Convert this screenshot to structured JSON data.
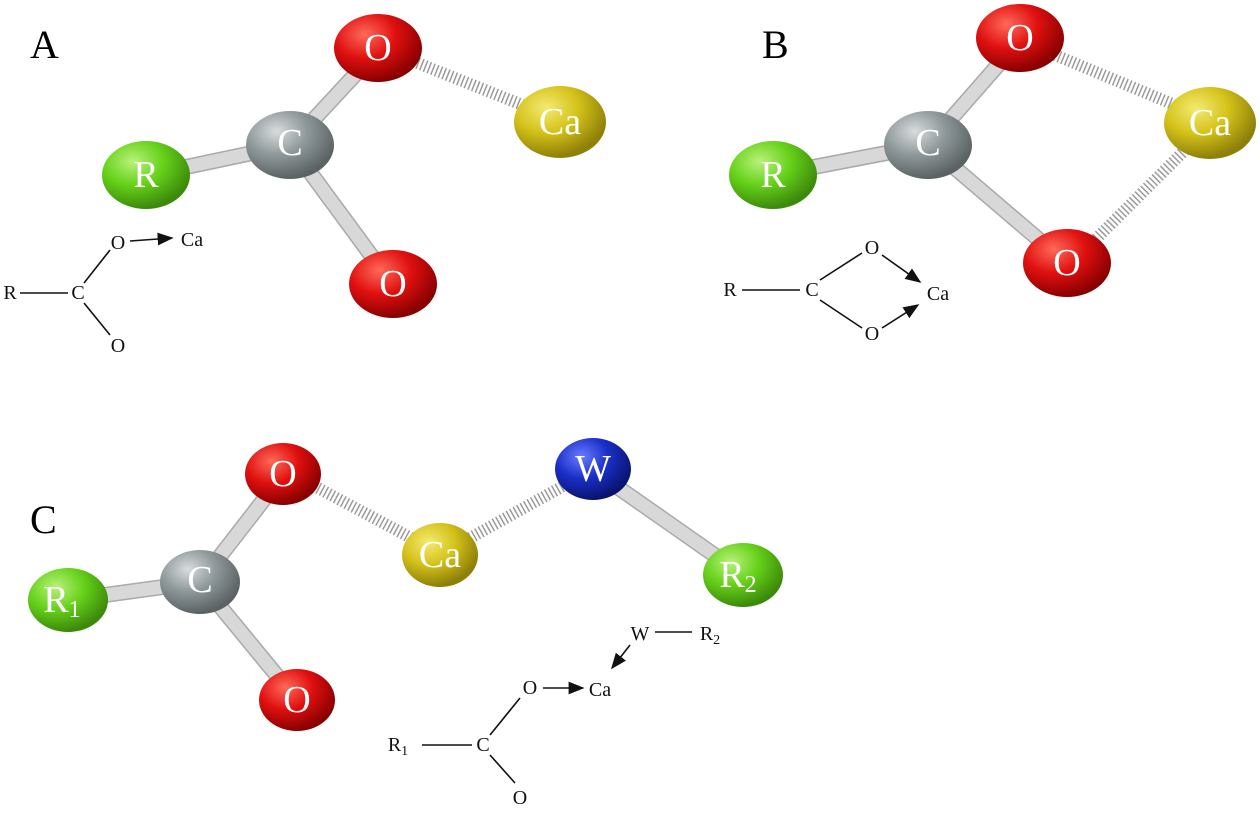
{
  "panels": {
    "A": {
      "label": "A",
      "atoms": {
        "O_top": "O",
        "Ca": "Ca",
        "R": "R",
        "C": "C",
        "O_bottom": "O"
      },
      "scheme": {
        "R": "R",
        "C": "C",
        "O_top": "O",
        "Ca": "Ca",
        "O_bottom": "O"
      }
    },
    "B": {
      "label": "B",
      "atoms": {
        "O_top": "O",
        "Ca": "Ca",
        "R": "R",
        "C": "C",
        "O_bottom": "O"
      },
      "scheme": {
        "R": "R",
        "C": "C",
        "O_top": "O",
        "Ca": "Ca",
        "O_bottom": "O"
      }
    },
    "C": {
      "label": "C",
      "atoms": {
        "O_top": "O",
        "Ca": "Ca",
        "W": "W",
        "R1": "R",
        "R1_sub": "1",
        "C": "C",
        "R2": "R",
        "R2_sub": "2",
        "O_bottom": "O"
      },
      "scheme": {
        "W": "W",
        "R2": "R",
        "R2_sub": "2",
        "O_top": "O",
        "Ca": "Ca",
        "R1": "R",
        "R1_sub": "1",
        "C": "C",
        "O_bottom": "O"
      }
    }
  },
  "colors": {
    "oxygen": "#e01010",
    "calcium": "#d4c21a",
    "carbon": "#8e9799",
    "r_group": "#66d11a",
    "tungsten": "#1a2fc8"
  }
}
